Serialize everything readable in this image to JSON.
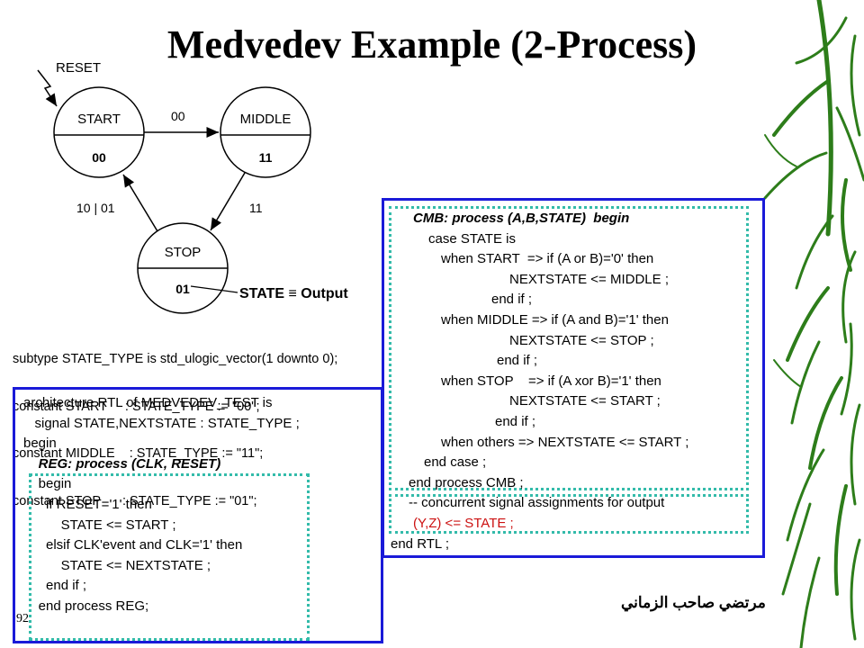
{
  "title": "Medvedev Example (2-Process)",
  "diagram": {
    "reset_label": "RESET",
    "states": [
      {
        "name": "START",
        "code": "00"
      },
      {
        "name": "MIDDLE",
        "code": "11"
      },
      {
        "name": "STOP",
        "code": "01"
      }
    ],
    "transitions": {
      "start_to_middle": "00",
      "middle_to_stop": "11",
      "stop_to_start": "10 | 01"
    },
    "annotation": "STATE ≡ Output"
  },
  "declarations": [
    "subtype STATE_TYPE is std_ulogic_vector(1 downto 0);",
    "constant START     : STATE_TYPE := \"00\";",
    "constant MIDDLE    : STATE_TYPE := \"11\";",
    "constant STOP      : STATE_TYPE := \"01\";"
  ],
  "left_code": [
    "architecture RTL of MEDVEDEV_TEST is",
    "   signal STATE,NEXTSTATE : STATE_TYPE ;",
    "begin",
    "    REG: process (CLK, RESET)",
    "    begin",
    "      if RESET='1' then",
    "          STATE <= START ;",
    "      elsif CLK'event and CLK='1' then",
    "          STATE <= NEXTSTATE ;",
    "      end if ;",
    "    end process REG;"
  ],
  "right_code": [
    "CMB: process (A,B,STATE)  begin",
    "case STATE is",
    "when START  => if (A or B)='0' then",
    "NEXTSTATE <= MIDDLE ;",
    "end if ;",
    "when MIDDLE => if (A and B)='1' then",
    "NEXTSTATE <= STOP ;",
    "end if ;",
    "when STOP    => if (A xor B)='1' then",
    "NEXTSTATE <= START ;",
    "end if ;",
    "when others => NEXTSTATE <= START ;",
    "end case ;",
    "end process CMB ;",
    "-- concurrent signal assignments for output",
    "(Y,Z) <= STATE ;",
    "end RTL ;"
  ],
  "author": "مرتضي صاحب الزماني",
  "page_number": "92",
  "colors": {
    "blue_frame": "#1a1ad8",
    "teal_dotted": "#33bbaa",
    "highlight_red": "#cc1111",
    "bamboo_green": "#2d7d1a"
  }
}
